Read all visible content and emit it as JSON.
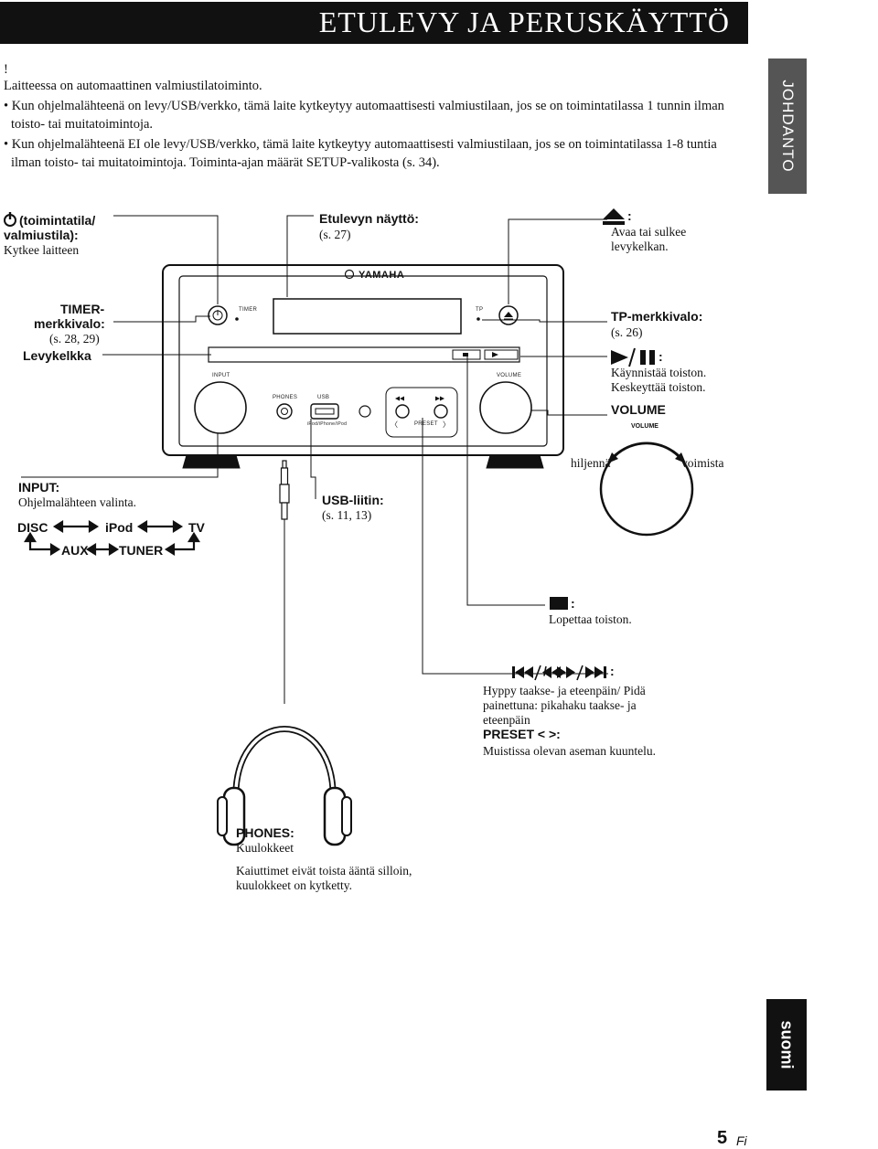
{
  "header": {
    "title": "ETULEVY JA PERUSKÄYTTÖ"
  },
  "note": {
    "mark": "!",
    "intro": "Laitteessa on automaattinen valmiustilatoiminto.",
    "bullet1_line1": "• Kun ohjelmalähteenä on levy/USB/verkko, tämä laite kytkeytyy automaattisesti valmiustilaan, jos se on toimintatilassa 1 tunnin ilman",
    "bullet1_line2": "toisto- tai muitatoimintoja.",
    "bullet2_line1": "• Kun ohjelmalähteenä EI ole levy/USB/verkko, tämä laite kytkeytyy automaattisesti valmiustilaan, jos se on toimintatilassa 1-8 tuntia",
    "bullet2_line2": "ilman toisto- tai muitatoimintoja. Toiminta-ajan määrät SETUP-valikosta (s. 34)."
  },
  "side_tabs": {
    "section": "JOHDANTO",
    "language": "suomi"
  },
  "callouts": {
    "power": {
      "title1": "(toimintatila/",
      "title2": "valmiustila):",
      "desc": "Kytkee laitteen"
    },
    "display": {
      "title": "Etulevyn näyttö:",
      "ref": "(s. 27)"
    },
    "eject": {
      "colon": ":",
      "desc1": "Avaa tai sulkee",
      "desc2": "levykelkan."
    },
    "timer": {
      "title1": "TIMER-",
      "title2": "merkkivalo:",
      "ref": "(s. 28, 29)"
    },
    "tray": {
      "title": "Levykelkka"
    },
    "tp": {
      "title": "TP-merkkivalo:",
      "ref": "(s. 26)"
    },
    "play": {
      "colon": ":",
      "desc1": "Käynnistää toiston.",
      "desc2": "Keskeyttää toiston."
    },
    "volume": {
      "title": "VOLUME",
      "knob_label": "VOLUME",
      "low": "hiljennä",
      "high": "voimista"
    },
    "input": {
      "title": "INPUT:",
      "desc": "Ohjelmalähteen valinta.",
      "sources": [
        "DISC",
        "iPod",
        "TV",
        "AUX",
        "TUNER"
      ]
    },
    "usb": {
      "title": "USB-liitin:",
      "ref": "(s. 11, 13)"
    },
    "stop": {
      "colon": ":",
      "desc": "Lopettaa toiston."
    },
    "skip": {
      "sep": "/",
      "colon": ":",
      "desc1": "Hyppy taakse- ja eteenpäin/ Pidä",
      "desc2": "painettuna: pikahaku taakse- ja",
      "desc3": "eteenpäin",
      "preset_title": "PRESET < >:",
      "preset_desc": "Muistissa olevan aseman kuuntelu."
    },
    "phones": {
      "title": "PHONES:",
      "desc": "Kuulokkeet",
      "note1": "Kaiuttimet eivät toista ääntä silloin,",
      "note2": "kuulokkeet on kytketty."
    }
  },
  "device": {
    "brand": "YAMAHA",
    "timer": "TIMER",
    "tp": "TP",
    "input": "INPUT",
    "volume": "VOLUME",
    "phones": "PHONES",
    "usb": "USB",
    "ipod": "iPod/iPhone/iPod",
    "preset": "PRESET",
    "lt": "〈",
    "gt": "〉"
  },
  "footer": {
    "page": "5",
    "lang": "Fi"
  }
}
